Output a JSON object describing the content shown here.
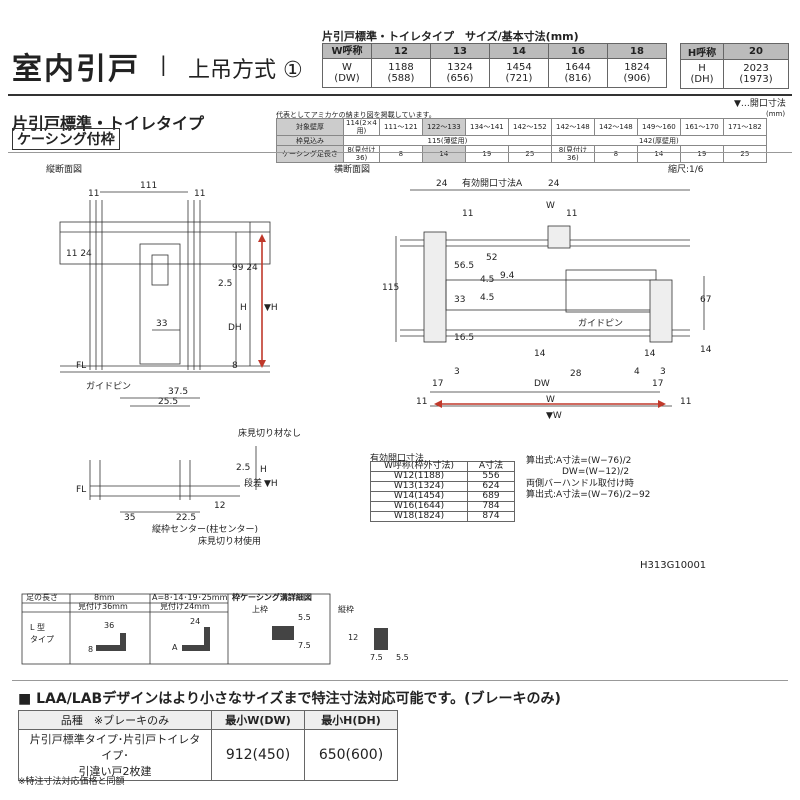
{
  "header": {
    "title": "室内引戸",
    "separator": "|",
    "subtitle": "上吊方式 ①"
  },
  "size_table": {
    "title": "片引戸標準・トイレタイプ　サイズ/基本寸法(mm)",
    "w_header": "W呼称",
    "w_cols": [
      "12",
      "13",
      "14",
      "16",
      "18"
    ],
    "w_label": "W",
    "dw_label": "(DW)",
    "w_vals": [
      "1188",
      "1324",
      "1454",
      "1644",
      "1824"
    ],
    "dw_vals": [
      "(588)",
      "(656)",
      "(721)",
      "(816)",
      "(906)"
    ],
    "h_header": "H呼称",
    "h_col": "20",
    "h_label": "H",
    "dh_label": "(DH)",
    "h_val": "2023",
    "dh_val": "(1973)"
  },
  "product": {
    "name": "片引戸標準・トイレタイプ",
    "frame": "ケーシング付枠",
    "legend": "▼…開口寸法"
  },
  "config": {
    "note": "代表としてアミカケの納まり図を掲載しています。",
    "unit": "(mm)",
    "row1_label": "対象壁厚",
    "row1": [
      "114(2×4用)",
      "111〜121",
      "122〜133",
      "134〜141",
      "142〜152",
      "142〜148",
      "142〜148",
      "149〜160",
      "161〜170",
      "171〜182"
    ],
    "row2_label": "枠見込み",
    "row2": [
      "115(薄壁用)",
      "142(厚壁用)"
    ],
    "row3_label": "ケーシング足長さ",
    "row3": [
      "8(見付け36)",
      "8",
      "14",
      "19",
      "25",
      "8(見付け36)",
      "8",
      "14",
      "19",
      "25"
    ]
  },
  "section_labels": {
    "vertical": "縦断面図",
    "horizontal": "横断面図",
    "scale": "縮尺:1/6"
  },
  "drawing_text": {
    "v_111": "111",
    "v_11": "11",
    "v_24": "24",
    "v_1124": "11 24",
    "v_2499": "99 24",
    "v_25": "2.5",
    "v_H": "H",
    "v_Hopen": "▼H",
    "v_DH": "DH",
    "v_33": "33",
    "v_8": "8",
    "v_FL": "FL",
    "v_guide": "ガイドピン",
    "v_375": "37.5",
    "v_255": "25.5",
    "v_nofloor": "床見切り材なし",
    "h_24": "24",
    "h_effective": "有効開口寸法A",
    "h_11": "11",
    "h_W": "W",
    "h_115": "115",
    "h_565": "56.5",
    "h_45": "4.5",
    "h_52": "52",
    "h_94": "9.4",
    "h_33": "33",
    "h_67": "67",
    "h_165": "16.5",
    "h_14": "14",
    "h_28": "28",
    "h_guide": "ガイドピン",
    "h_17": "17",
    "h_3": "3",
    "h_DW": "DW",
    "h_Wopen": "▼W",
    "h_4": "4",
    "f_FL": "FL",
    "f_25": "2.5",
    "f_step": "段差",
    "f_H": "H",
    "f_Hopen": "▼H",
    "f_12": "12",
    "f_35": "35",
    "f_225": "22.5",
    "f_center": "縦枠センター(柱センター)",
    "f_floor": "床見切り材使用"
  },
  "opening": {
    "title": "有効開口寸法",
    "headers": [
      "W呼称(枠外寸法)",
      "A寸法"
    ],
    "rows": [
      [
        "W12(1188)",
        "556"
      ],
      [
        "W13(1324)",
        "624"
      ],
      [
        "W14(1454)",
        "689"
      ],
      [
        "W16(1644)",
        "784"
      ],
      [
        "W18(1824)",
        "874"
      ]
    ]
  },
  "formulas": {
    "l1": "算出式:A寸法=(W−76)/2",
    "l2": "DW=(W−12)/2",
    "l3": "両側バーハンドル取付け時",
    "l4": "算出式:A寸法=(W−76)/2−92"
  },
  "code": "H313G10001",
  "casing": {
    "c_len": "足の長さ",
    "c_8": "8mm",
    "c_a": "A=8･14･19･25mm",
    "c_detail": "枠ケーシング溝詳細図",
    "c_face36": "見付け36mm",
    "c_face24": "見付け24mm",
    "c_L": "L 型",
    "c_type": "タイプ",
    "c_36": "36",
    "c_24": "24",
    "c_8s": "8",
    "c_A": "A",
    "c_top": "上枠",
    "c_side": "縦枠",
    "c_55": "5.5",
    "c_75": "7.5",
    "c_12": "12"
  },
  "laa": {
    "text": "■ LAA/LABデザインはより小さなサイズまで特注寸法対応可能です。(ブレーキのみ)",
    "h1": "品種　※ブレーキのみ",
    "h2": "最小W(DW)",
    "h3": "最小H(DH)",
    "r1": "片引戸標準タイプ･片引戸トイレタイプ･",
    "r2": "引違い戸2枚建",
    "v1": "912(450)",
    "v2": "650(600)"
  },
  "footnote": "※特注寸法対応価格と同額"
}
